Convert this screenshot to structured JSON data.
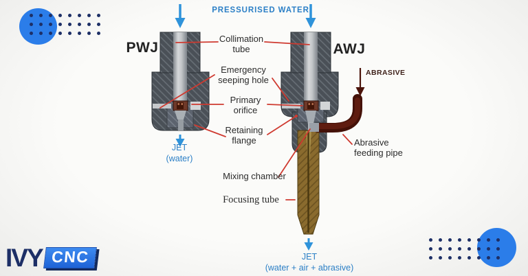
{
  "colors": {
    "background": "#f5f5f3",
    "blue_arrow": "#2f93da",
    "blue_text": "#2b7fc6",
    "red_leader": "#cf3a30",
    "maroon": "#4b130a",
    "navy": "#1d2f66",
    "circle_blue": "#2b7de9",
    "ink": "#2b2b2b",
    "nozzle_gray": "#4a5057",
    "focusing_tan": "#8a6b2e"
  },
  "branding": {
    "logo_word": "IVY",
    "logo_badge": "CNC"
  },
  "decorations": {
    "dot_rows": 3,
    "dot_cols": 8
  },
  "header": {
    "flow_label": "PRESSURISED WATER"
  },
  "nozzles": {
    "pwj": {
      "title": "PWJ",
      "jet_line1": "JET",
      "jet_line2": "(water)"
    },
    "awj": {
      "title": "AWJ",
      "jet_line1": "JET",
      "jet_line2": "(water + air + abrasive)",
      "abrasive_input": "ABRASIVE"
    }
  },
  "labels": {
    "collimation_tube": "Collimation tube",
    "emergency_seeping_hole": "Emergency seeping hole",
    "primary_orifice": "Primary orifice",
    "retaining_flange": "Retaining flange",
    "mixing_chamber": "Mixing chamber",
    "focusing_tube": "Focusing tube",
    "abrasive_feeding_pipe": "Abrasive feeding pipe"
  }
}
